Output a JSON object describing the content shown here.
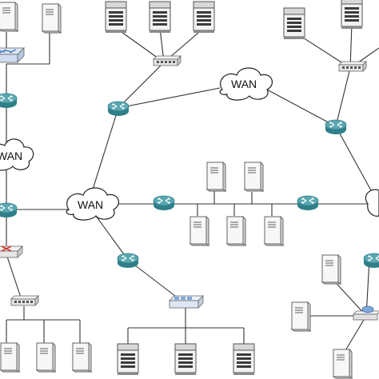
{
  "diagram": {
    "wan_label": "WAN",
    "clouds": [
      {
        "id": "wan-left",
        "label": "WAN"
      },
      {
        "id": "wan-top",
        "label": "WAN"
      },
      {
        "id": "wan-center",
        "label": "WAN"
      },
      {
        "id": "wan-right",
        "label": ""
      }
    ],
    "colors": {
      "router": "#5aa7b1",
      "router_dark": "#2f7f88",
      "link": "#333333",
      "server_face": "#f4f4f4",
      "server_dark": "#3b3b3b",
      "switch": "#e9e9e9",
      "switch_blue": "#7fa8d9",
      "firewall_red": "#d33a2c"
    },
    "icons": [
      "router-icon",
      "server-icon",
      "switch-icon",
      "cloud-icon",
      "firewall-icon"
    ]
  }
}
